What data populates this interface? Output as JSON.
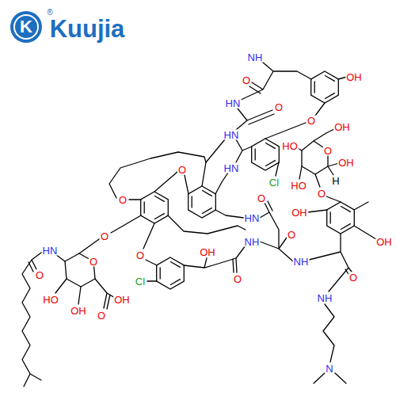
{
  "diagram": {
    "labels": [
      "K",
      "Kuujia",
      "®",
      "NH",
      "O",
      "OH",
      "HN",
      "O",
      "O",
      "OH",
      "HN",
      "HO",
      "O",
      "HO",
      "OH",
      "H",
      "Cl",
      "HN",
      "O",
      "O",
      "O",
      "HN",
      "OH",
      "OH",
      "O",
      "O",
      "O",
      "NH",
      "O",
      "NH",
      "OH",
      "O",
      "NH",
      "N",
      "HN",
      "O",
      "O",
      "HO",
      "OH",
      "O",
      "OH",
      "Cl",
      "O"
    ]
  }
}
